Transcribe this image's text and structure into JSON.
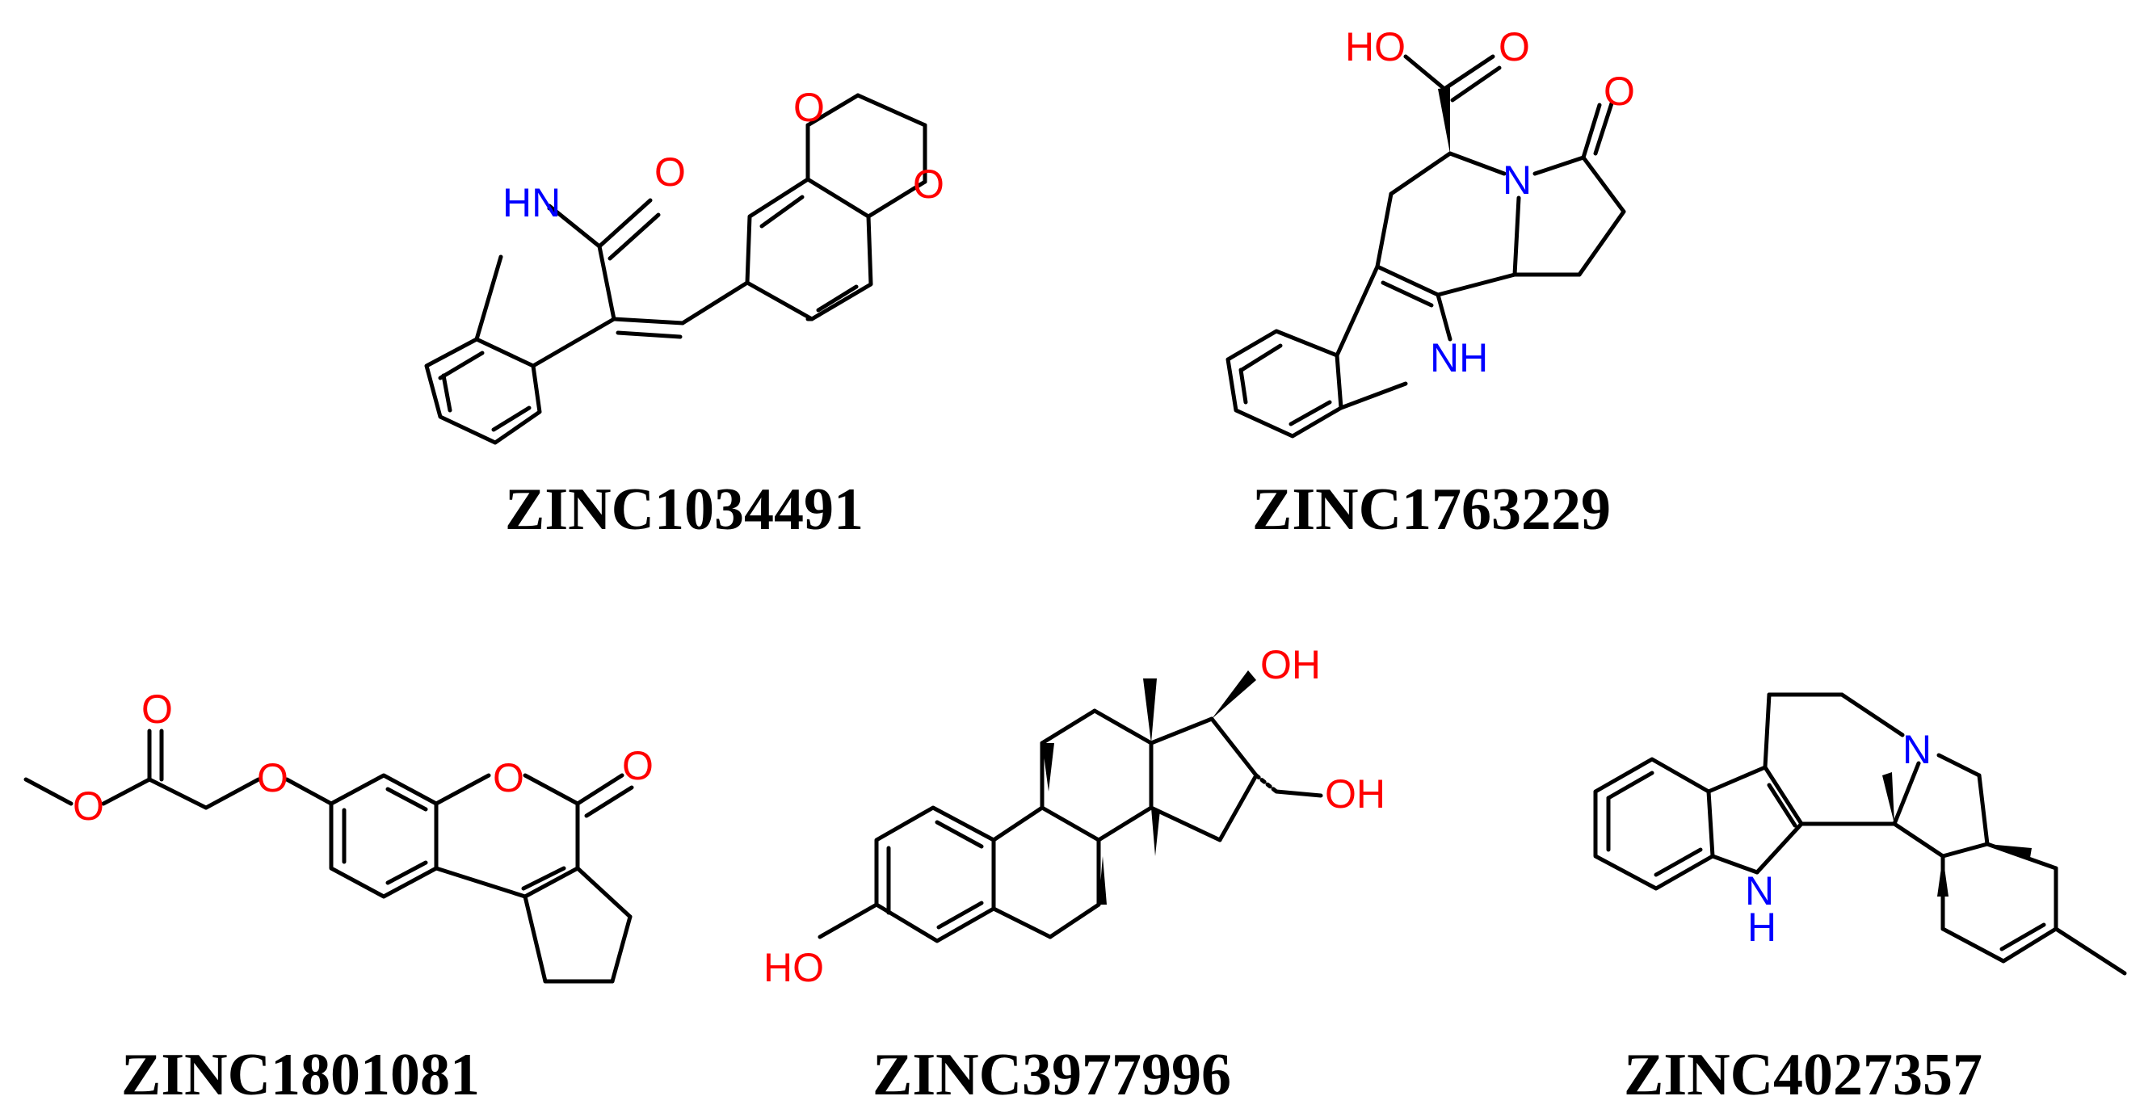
{
  "colors": {
    "bond": "#000000",
    "oxygen": "#ff0000",
    "nitrogen": "#0000ff",
    "label": "#000000",
    "background": "#ffffff"
  },
  "molecules": [
    {
      "id": "ZINC1034491",
      "name": "ZINC1034491",
      "atom_labels": {
        "nh": "HN",
        "o_carbonyl": "O",
        "o_diox_top": "O",
        "o_diox_bottom": "O"
      }
    },
    {
      "id": "ZINC1763229",
      "name": "ZINC1763229",
      "atom_labels": {
        "cooh": "HO",
        "cooh_o": "O",
        "n_ring": "N",
        "o_lactam": "O",
        "nh": "NH"
      }
    },
    {
      "id": "ZINC1801081",
      "name": "ZINC1801081",
      "atom_labels": {
        "o_ester_carbonyl": "O",
        "o_ester": "O",
        "o_ether": "O",
        "o_ring": "O",
        "o_lactone": "O"
      }
    },
    {
      "id": "ZINC3977996",
      "name": "ZINC3977996",
      "atom_labels": {
        "oh_top": "OH",
        "oh_right": "OH",
        "oh_phenol": "HO"
      }
    },
    {
      "id": "ZINC4027357",
      "name": "ZINC4027357",
      "atom_labels": {
        "n_ring": "N",
        "nh_n": "N",
        "nh_h": "H"
      }
    }
  ]
}
